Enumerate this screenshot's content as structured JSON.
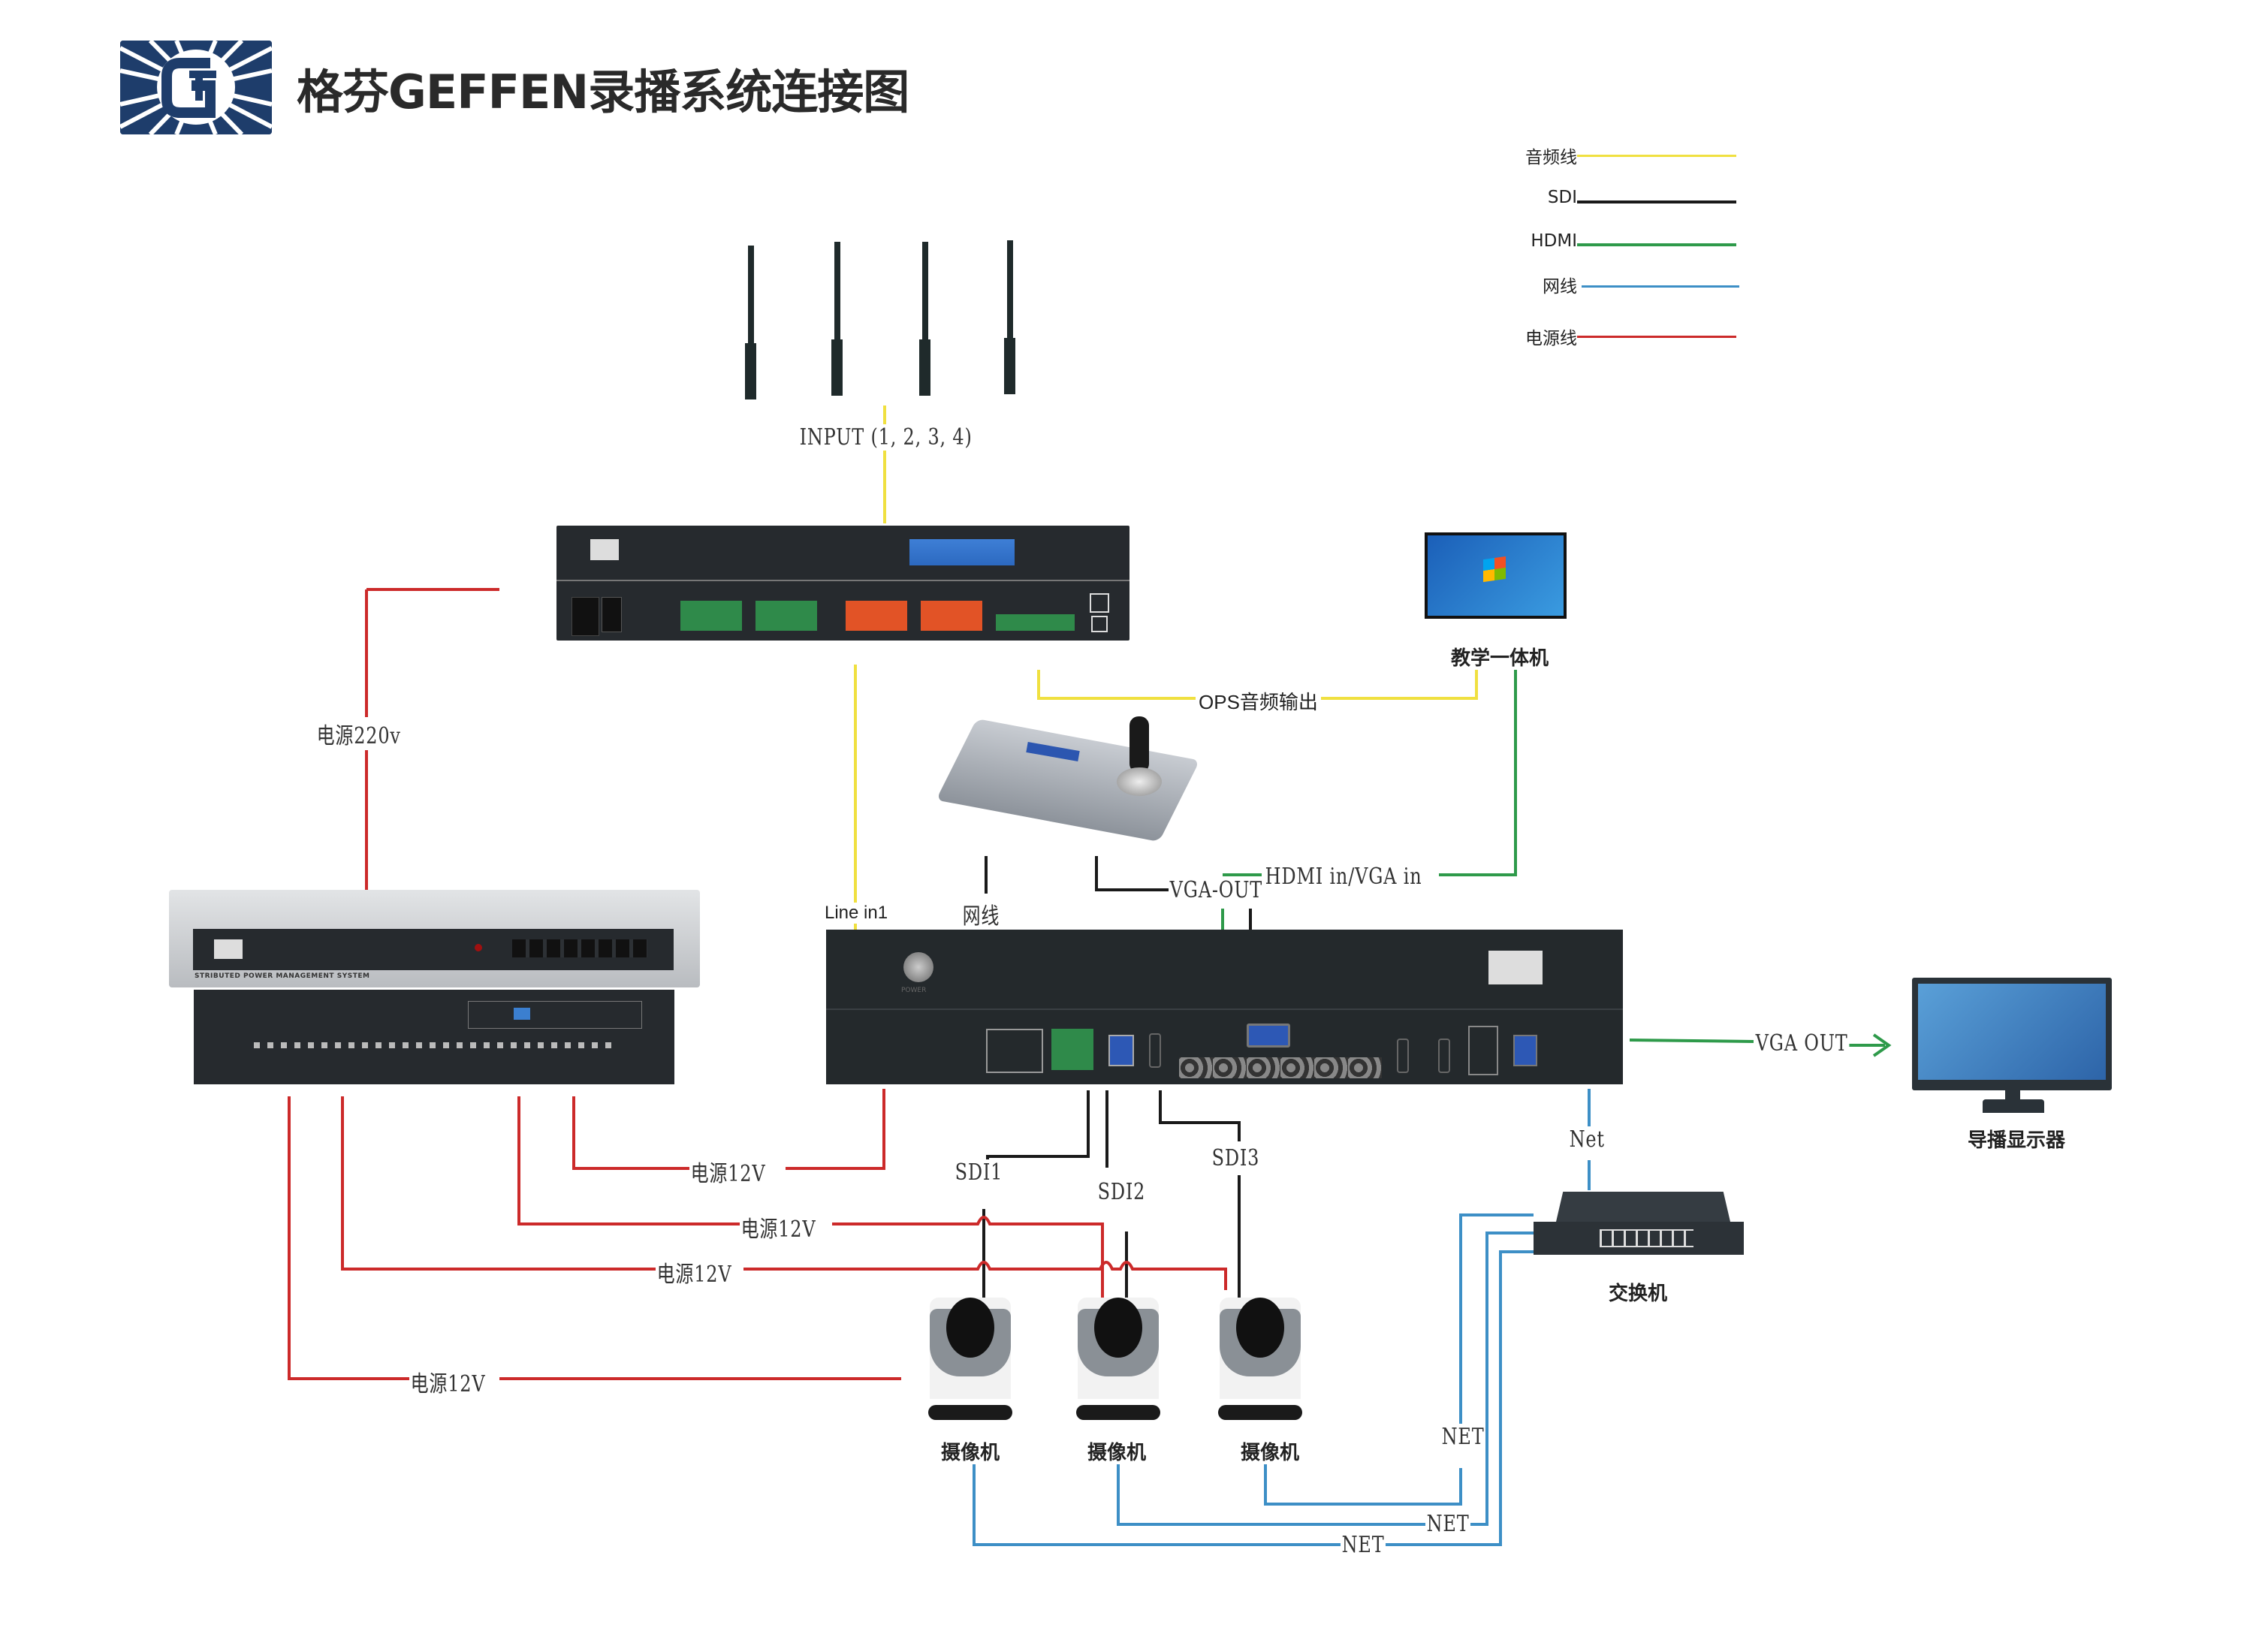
{
  "header": {
    "title": "格芬GEFFEN录播系统连接图",
    "logo_icon": "geffen-logo-icon"
  },
  "legend": {
    "items": [
      {
        "label": "音频线",
        "color": "#f0e040"
      },
      {
        "label": "SDI",
        "color": "#1a1a1a"
      },
      {
        "label": "HDMI",
        "color": "#2e9a4a"
      },
      {
        "label": "网线",
        "color": "#3d8fc6"
      },
      {
        "label": "电源线",
        "color": "#cc2a2a"
      }
    ]
  },
  "devices": {
    "antennas": {
      "label": "INPUT (1, 2, 3, 4)",
      "count": 4
    },
    "audio_processor": {
      "name": "audio-processor"
    },
    "teaching_pc": {
      "label": "教学一体机"
    },
    "ptz_keyboard": {
      "name": "ptz-control-keyboard"
    },
    "power_manager": {
      "panel_text": "STRIBUTED POWER MANAGEMENT SYSTEM"
    },
    "recorder": {
      "power_text": "POWER"
    },
    "director_monitor": {
      "label": "导播显示器"
    },
    "switch": {
      "label": "交换机"
    },
    "cameras": [
      {
        "label": "摄像机"
      },
      {
        "label": "摄像机"
      },
      {
        "label": "摄像机"
      }
    ]
  },
  "connections": {
    "power_220v": "电源220v",
    "ops_audio": "OPS音频输出",
    "line_in": "Line in1",
    "network": "网线",
    "vga_out_kb": "VGA-OUT",
    "hdmi_vga_in": "HDMI  in/VGA  in",
    "vga_out_monitor": "VGA  OUT",
    "net_switch": "Net",
    "sdi1": "SDI1",
    "sdi2": "SDI2",
    "sdi3": "SDI3",
    "power_12v_1": "电源12V",
    "power_12v_2": "电源12V",
    "power_12v_3": "电源12V",
    "power_12v_4": "电源12V",
    "net1": "NET",
    "net2": "NET",
    "net3": "NET"
  },
  "colors": {
    "audio": "#f0e040",
    "sdi": "#1a1a1a",
    "hdmi": "#2e9a4a",
    "network": "#3d8fc6",
    "power": "#cc2a2a",
    "logo_blue": "#1e3d6b"
  }
}
